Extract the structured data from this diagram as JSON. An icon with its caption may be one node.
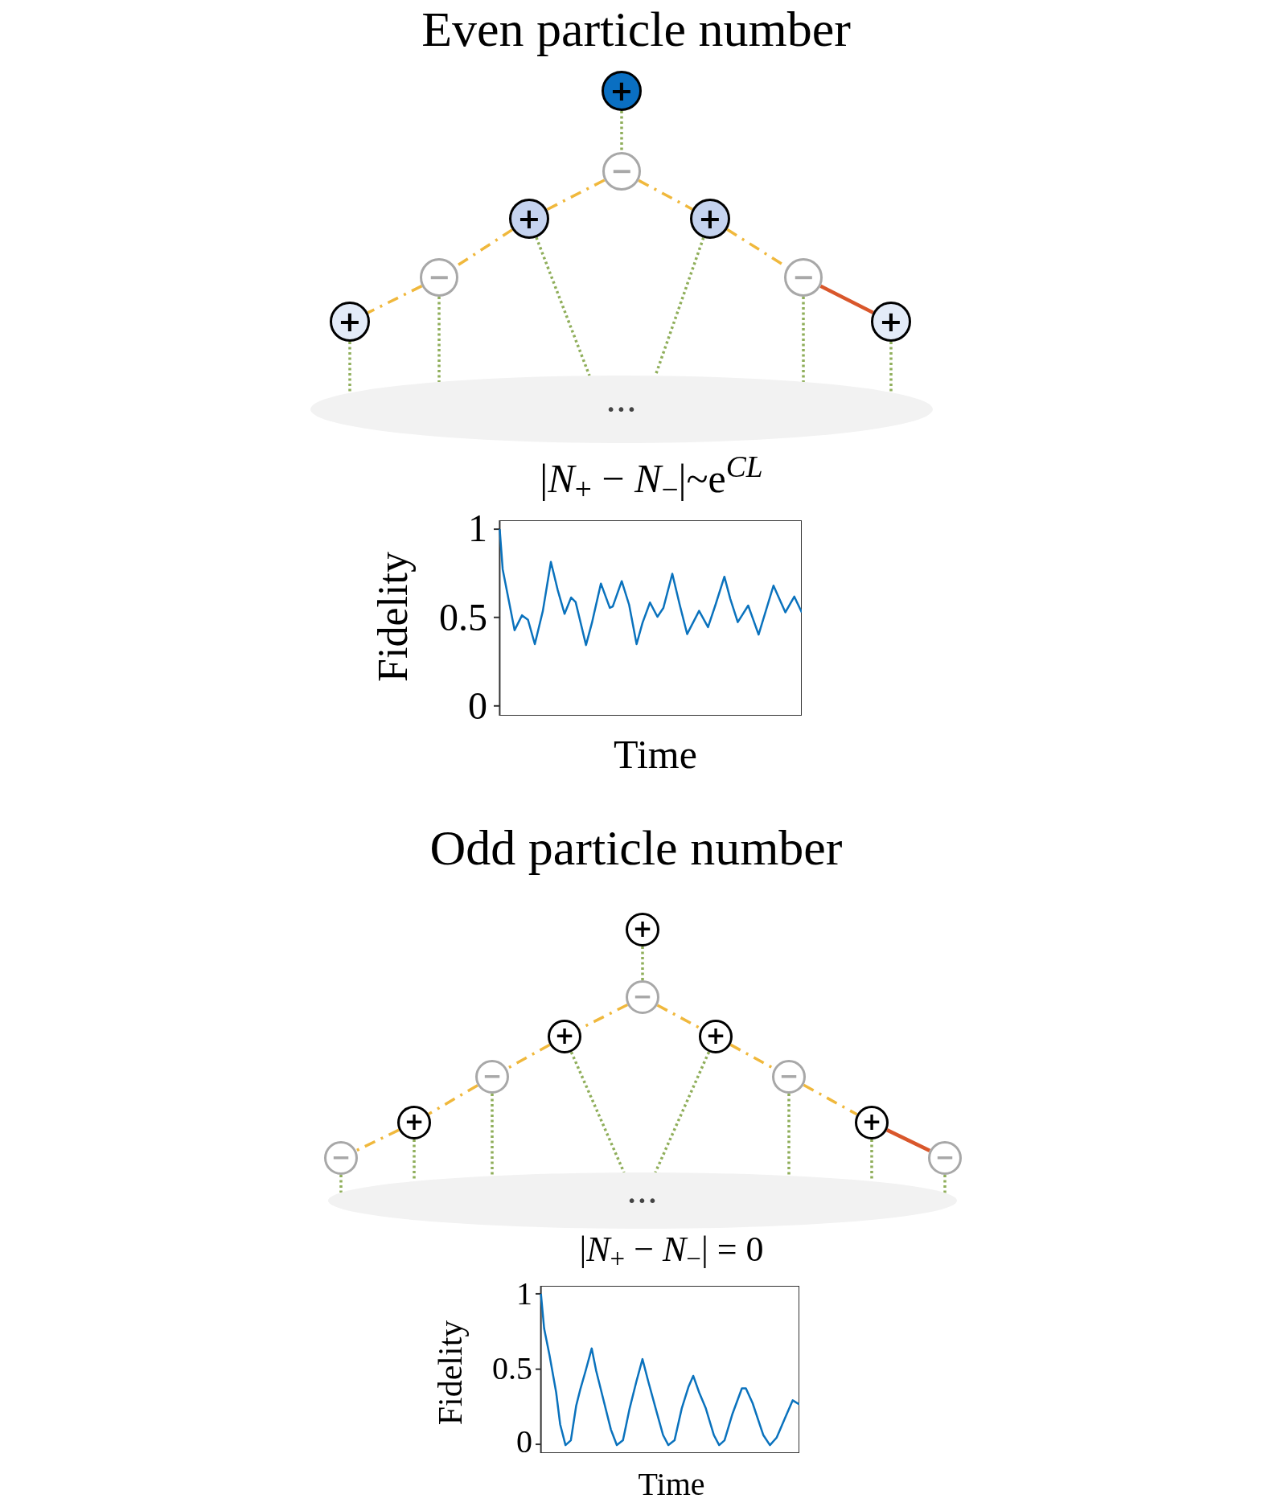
{
  "diagram": {
    "nodes": [
      {
        "text": [
          "+"
        ]
      },
      {
        "text": [
          "−"
        ]
      },
      {
        "text": [
          "+"
        ]
      },
      {
        "text": [
          "+"
        ]
      },
      {
        "text": [
          "−"
        ]
      },
      {
        "text": [
          "−"
        ]
      },
      {
        "text": [
          "+"
        ]
      },
      {
        "text": [
          "+"
        ]
      },
      {
        "text": [
          "•••"
        ]
      },
      {
        "text": [
          "+"
        ]
      },
      {
        "text": [
          "−"
        ]
      },
      {
        "text": [
          "+"
        ]
      },
      {
        "text": [
          "+"
        ]
      },
      {
        "text": [
          "−"
        ]
      },
      {
        "text": [
          "−"
        ]
      },
      {
        "text": [
          "+"
        ]
      },
      {
        "text": [
          "+"
        ]
      },
      {
        "text": [
          "−"
        ]
      },
      {
        "text": [
          "−"
        ]
      },
      {
        "text": [
          "•••"
        ]
      }
    ],
    "edges": [
      {
        "from": 0,
        "to": 1,
        "arrow": "none",
        "style": "dashed",
        "color": "#8fae5a"
      },
      {
        "from": 1,
        "to": 2,
        "arrow": "none",
        "style": "dashed",
        "color": "#f0b83c"
      },
      {
        "from": 1,
        "to": 3,
        "arrow": "none",
        "style": "dashed",
        "color": "#f0b83c"
      },
      {
        "from": 2,
        "to": 4,
        "arrow": "none",
        "style": "dashed",
        "color": "#f0b83c"
      },
      {
        "from": 3,
        "to": 5,
        "arrow": "none",
        "style": "dashed",
        "color": "#f0b83c"
      },
      {
        "from": 4,
        "to": 6,
        "arrow": "none",
        "style": "dashed",
        "color": "#f0b83c"
      },
      {
        "from": 5,
        "to": 7,
        "arrow": "none",
        "color": "#d9572b"
      },
      {
        "from": 6,
        "to": 8,
        "arrow": "none",
        "style": "dashed",
        "color": "#8fae5a"
      },
      {
        "from": 4,
        "to": 8,
        "arrow": "none",
        "style": "dashed",
        "color": "#8fae5a"
      },
      {
        "from": 2,
        "to": 8,
        "arrow": "none",
        "style": "dashed",
        "color": "#8fae5a"
      },
      {
        "from": 3,
        "to": 8,
        "arrow": "none",
        "style": "dashed",
        "color": "#8fae5a"
      },
      {
        "from": 5,
        "to": 8,
        "arrow": "none",
        "style": "dashed",
        "color": "#8fae5a"
      },
      {
        "from": 7,
        "to": 8,
        "arrow": "none",
        "style": "dashed",
        "color": "#8fae5a"
      },
      {
        "from": 9,
        "to": 10,
        "arrow": "none",
        "style": "dashed",
        "color": "#8fae5a"
      },
      {
        "from": 10,
        "to": 11,
        "arrow": "none",
        "style": "dashed",
        "color": "#f0b83c"
      },
      {
        "from": 10,
        "to": 12,
        "arrow": "none",
        "style": "dashed",
        "color": "#f0b83c"
      },
      {
        "from": 11,
        "to": 13,
        "arrow": "none",
        "style": "dashed",
        "color": "#f0b83c"
      },
      {
        "from": 12,
        "to": 14,
        "arrow": "none",
        "style": "dashed",
        "color": "#f0b83c"
      },
      {
        "from": 13,
        "to": 15,
        "arrow": "none",
        "style": "dashed",
        "color": "#f0b83c"
      },
      {
        "from": 15,
        "to": 17,
        "arrow": "none",
        "style": "dashed",
        "color": "#f0b83c"
      },
      {
        "from": 14,
        "to": 16,
        "arrow": "none",
        "style": "dashed",
        "color": "#f0b83c"
      },
      {
        "from": 16,
        "to": 18,
        "arrow": "none",
        "color": "#d9572b"
      },
      {
        "from": 17,
        "to": 19,
        "arrow": "none",
        "style": "dashed",
        "color": "#8fae5a"
      },
      {
        "from": 15,
        "to": 19,
        "arrow": "none",
        "style": "dashed",
        "color": "#8fae5a"
      },
      {
        "from": 13,
        "to": 19,
        "arrow": "none",
        "style": "dashed",
        "color": "#8fae5a"
      },
      {
        "from": 11,
        "to": 19,
        "arrow": "none",
        "style": "dashed",
        "color": "#8fae5a"
      },
      {
        "from": 12,
        "to": 19,
        "arrow": "none",
        "style": "dashed",
        "color": "#8fae5a"
      },
      {
        "from": 14,
        "to": 19,
        "arrow": "none",
        "style": "dashed",
        "color": "#8fae5a"
      },
      {
        "from": 16,
        "to": 19,
        "arrow": "none",
        "style": "dashed",
        "color": "#8fae5a"
      },
      {
        "from": 18,
        "to": 19,
        "arrow": "none",
        "style": "dashed",
        "color": "#8fae5a"
      }
    ],
    "labels": [
      "Even particle number",
      "|*N*$_{+}$ − *N*$_{−}$|~e$^{CL}$",
      "1",
      "0.5",
      "0",
      "Fidelity",
      "Time",
      "Odd particle number",
      "|*N*$_{+}$ − *N*$_{−}$| = 0",
      "1",
      "0.5",
      "0",
      "Fidelity",
      "Time"
    ]
  }
}
